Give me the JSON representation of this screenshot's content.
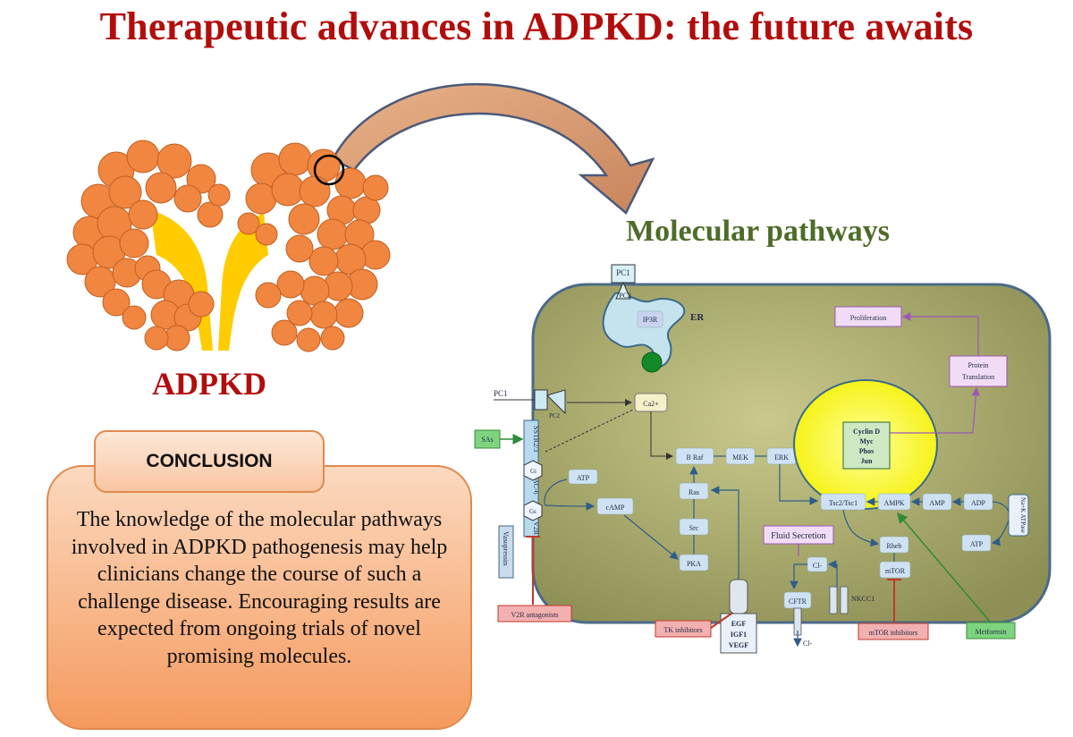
{
  "title": "Therapeutic advances in ADPKD: the future awaits",
  "subtitle": "Molecular pathways",
  "kidney_label": "ADPKD",
  "conclusion": {
    "heading": "CONCLUSION",
    "body": "The knowledge of the molecular pathways involved in ADPKD pathogenesis may help clinicians change the course of such a challenge disease. Encouraging results are expected from ongoing trials of novel promising molecules."
  },
  "diagram": {
    "pc1_top": "PC1",
    "pc2_top": "PC2",
    "ip3r": "IP3R",
    "er": "ER",
    "pc1_side": "PC1",
    "pc2_side": "PC2",
    "ca": "Ca2+",
    "sas": "SAs",
    "sstr": "SSTR2/3",
    "gi": "Gi",
    "ac6": "AC-6",
    "gs": "Gs",
    "v2r": "V2R",
    "vasopressin": "Vasopressin",
    "atp_left": "ATP",
    "camp": "cAMP",
    "braf": "B Raf",
    "mek": "MEK",
    "erk": "ERK",
    "ras": "Ras",
    "src": "Src",
    "pka": "PKA",
    "nucleus_genes": [
      "Cyclin D",
      "Myc",
      "Phos",
      "Jun"
    ],
    "proliferation": "Proliferation",
    "protein_translation": [
      "Protein",
      "Translation"
    ],
    "tsc": "Tsc2/Tsc1",
    "ampk": "AMPK",
    "amp": "AMP",
    "adp": "ADP",
    "atp_right": "ATP",
    "nak_atpase": "Na+K ATPase",
    "rheb": "Rheb",
    "mtor": "mTOR",
    "fluid_secretion": "Fluid Secretion",
    "cl_in": "Cl-",
    "cftr": "CFTR",
    "cl_out": "Cl-",
    "nkcc1": "NKCC1",
    "receptor_ligands": [
      "EGF",
      "IGF1",
      "VEGF"
    ],
    "v2r_antagonists": "V2R antagonists",
    "tk_inhibitors": "TK inhibitors",
    "mtor_inhibitors": "mTOR inhibitors",
    "metformin": "Metformin"
  },
  "colors": {
    "title": "#b20d0d",
    "subtitle": "#4e6b28",
    "cell": "#a7a86a",
    "nucleus": "#ffff3a",
    "kidney": "#f08640",
    "pelvis": "#ffcc00"
  }
}
